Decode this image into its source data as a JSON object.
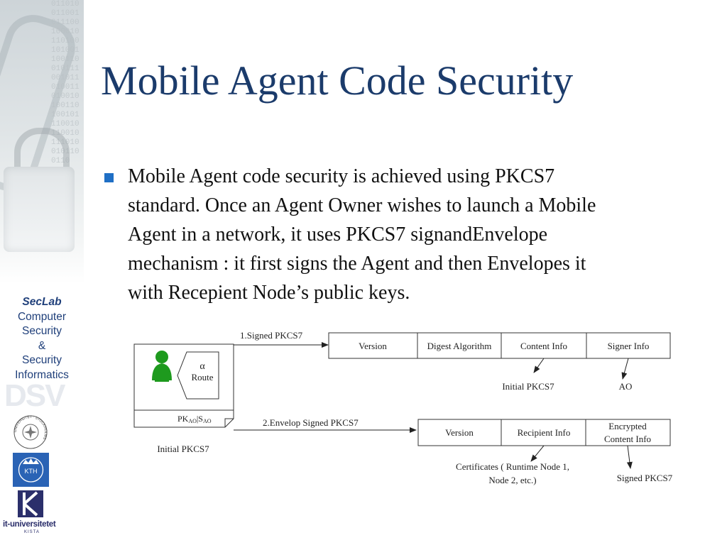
{
  "slide": {
    "title": "Mobile Agent Code Security",
    "bullet_lines": [
      "Mobile Agent code security is achieved using PKCS7",
      "standard. Once an Agent Owner wishes to launch a Mobile",
      "Agent in a network, it uses PKCS7 signandEnvelope",
      "mechanism : it first signs the Agent and then Envelopes it",
      "with Recepient Node’s public keys."
    ]
  },
  "sidebar": {
    "seclab": "SecLab",
    "lines": [
      "Computer",
      "Security",
      "&",
      "Security",
      "Informatics"
    ],
    "dsv": "DSV",
    "kth": "KTH",
    "itu": "it-universitetet",
    "itu_sub": "KISTA",
    "su_ring": "UNIVERSITET · STOCKHOLMS ·"
  },
  "diagram": {
    "agent": {
      "alpha": "α",
      "route": "Route",
      "footer_pk": "PK",
      "footer_ao1": "AO",
      "footer_sep": "|S",
      "footer_ao2": "AO",
      "caption": "Initial PKCS7"
    },
    "arrow1_label": "1.Signed PKCS7",
    "arrow2_label": "2.Envelop Signed PKCS7",
    "signed_fields": [
      "Version",
      "Digest Algorithm",
      "Content Info",
      "Signer Info"
    ],
    "signed_notes": [
      "Initial PKCS7",
      "AO"
    ],
    "enveloped_fields": [
      "Version",
      "Recipient Info"
    ],
    "enveloped_encrypted": [
      "Encrypted",
      "Content Info"
    ],
    "enveloped_notes": {
      "certificates": [
        "Certificates ( Runtime Node 1,",
        "Node 2, etc.)"
      ],
      "signed": "Signed PKCS7"
    },
    "colors": {
      "agent_green": "#1e9a1e",
      "accent_blue": "#1f6fc5",
      "title_blue": "#1b3b6b"
    }
  }
}
